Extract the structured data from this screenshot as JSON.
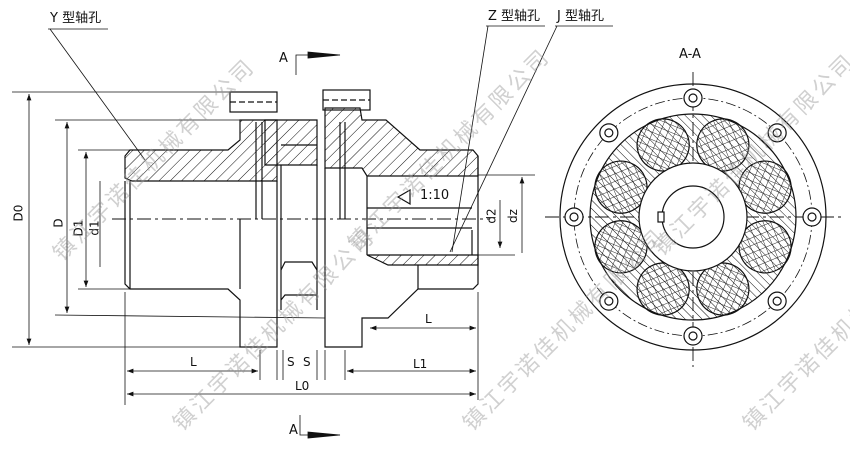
{
  "labels": {
    "y_bore": "Y 型轴孔",
    "z_bore": "Z 型轴孔",
    "j_bore": "J 型轴孔",
    "section_top": "A",
    "section_bottom": "A",
    "section_view": "A-A",
    "taper": "1:10"
  },
  "dimensions": {
    "D0": "D0",
    "D": "D",
    "D1": "D1",
    "d1": "d1",
    "d2": "d2",
    "dz": "dz",
    "L_left": "L",
    "L_right": "L",
    "S1": "S",
    "S2": "S",
    "L1": "L1",
    "L0": "L0"
  },
  "watermark": "镇江宇诺佳机械有限公司"
}
